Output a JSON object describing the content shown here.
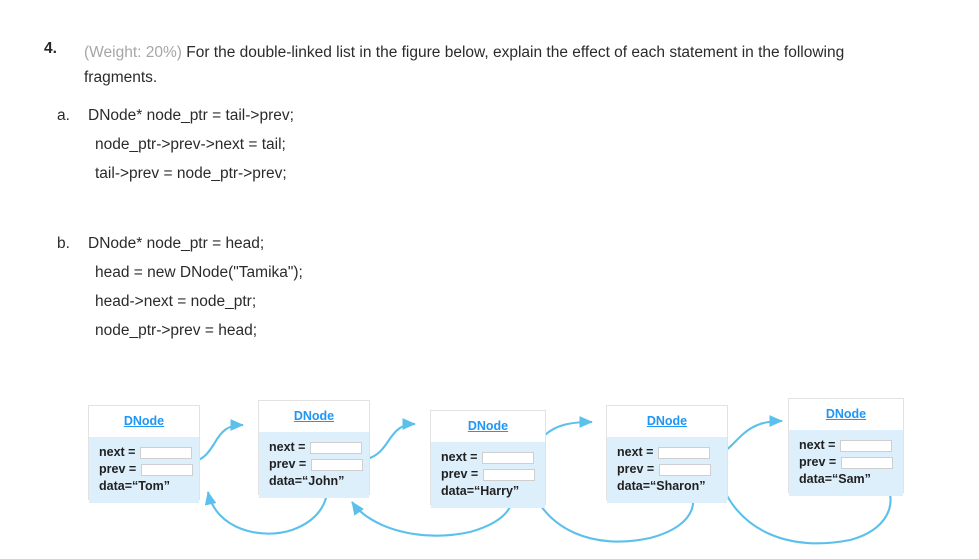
{
  "question": {
    "number": "4.",
    "weight": "(Weight: 20%)",
    "prompt": "For the double-linked list in the figure below, explain the effect of each statement in the following fragments.",
    "parts": [
      {
        "label": "a.",
        "lines": [
          "DNode* node_ptr = tail->prev;",
          "node_ptr->prev->next = tail;",
          "tail->prev = node_ptr->prev;"
        ]
      },
      {
        "label": "b.",
        "lines": [
          "DNode* node_ptr = head;",
          "head = new DNode(\"Tamika\");",
          "head->next = node_ptr;",
          "node_ptr->prev = head;"
        ]
      }
    ]
  },
  "diagram": {
    "title": "doubly-linked-list",
    "field_labels": {
      "next": "next =",
      "prev": "prev ="
    },
    "class_name": "DNode",
    "colors": {
      "arrow": "#5bc0eb",
      "node_body": "#ddeffb",
      "node_header": "#ffffff",
      "title_text": "#2196f3",
      "border": "#e2e2e2"
    },
    "nodes": [
      {
        "id": "tom",
        "title": "DNode",
        "data_label": "data=“Tom”",
        "data_value": "Tom"
      },
      {
        "id": "john",
        "title": "DNode",
        "data_label": "data=“John”",
        "data_value": "John"
      },
      {
        "id": "harry",
        "title": "DNode",
        "data_label": "data=“Harry”",
        "data_value": "Harry"
      },
      {
        "id": "sharon",
        "title": "DNode",
        "data_label": "data=“Sharon”",
        "data_value": "Sharon"
      },
      {
        "id": "sam",
        "title": "DNode",
        "data_label": "data=“Sam”",
        "data_value": "Sam"
      }
    ]
  }
}
